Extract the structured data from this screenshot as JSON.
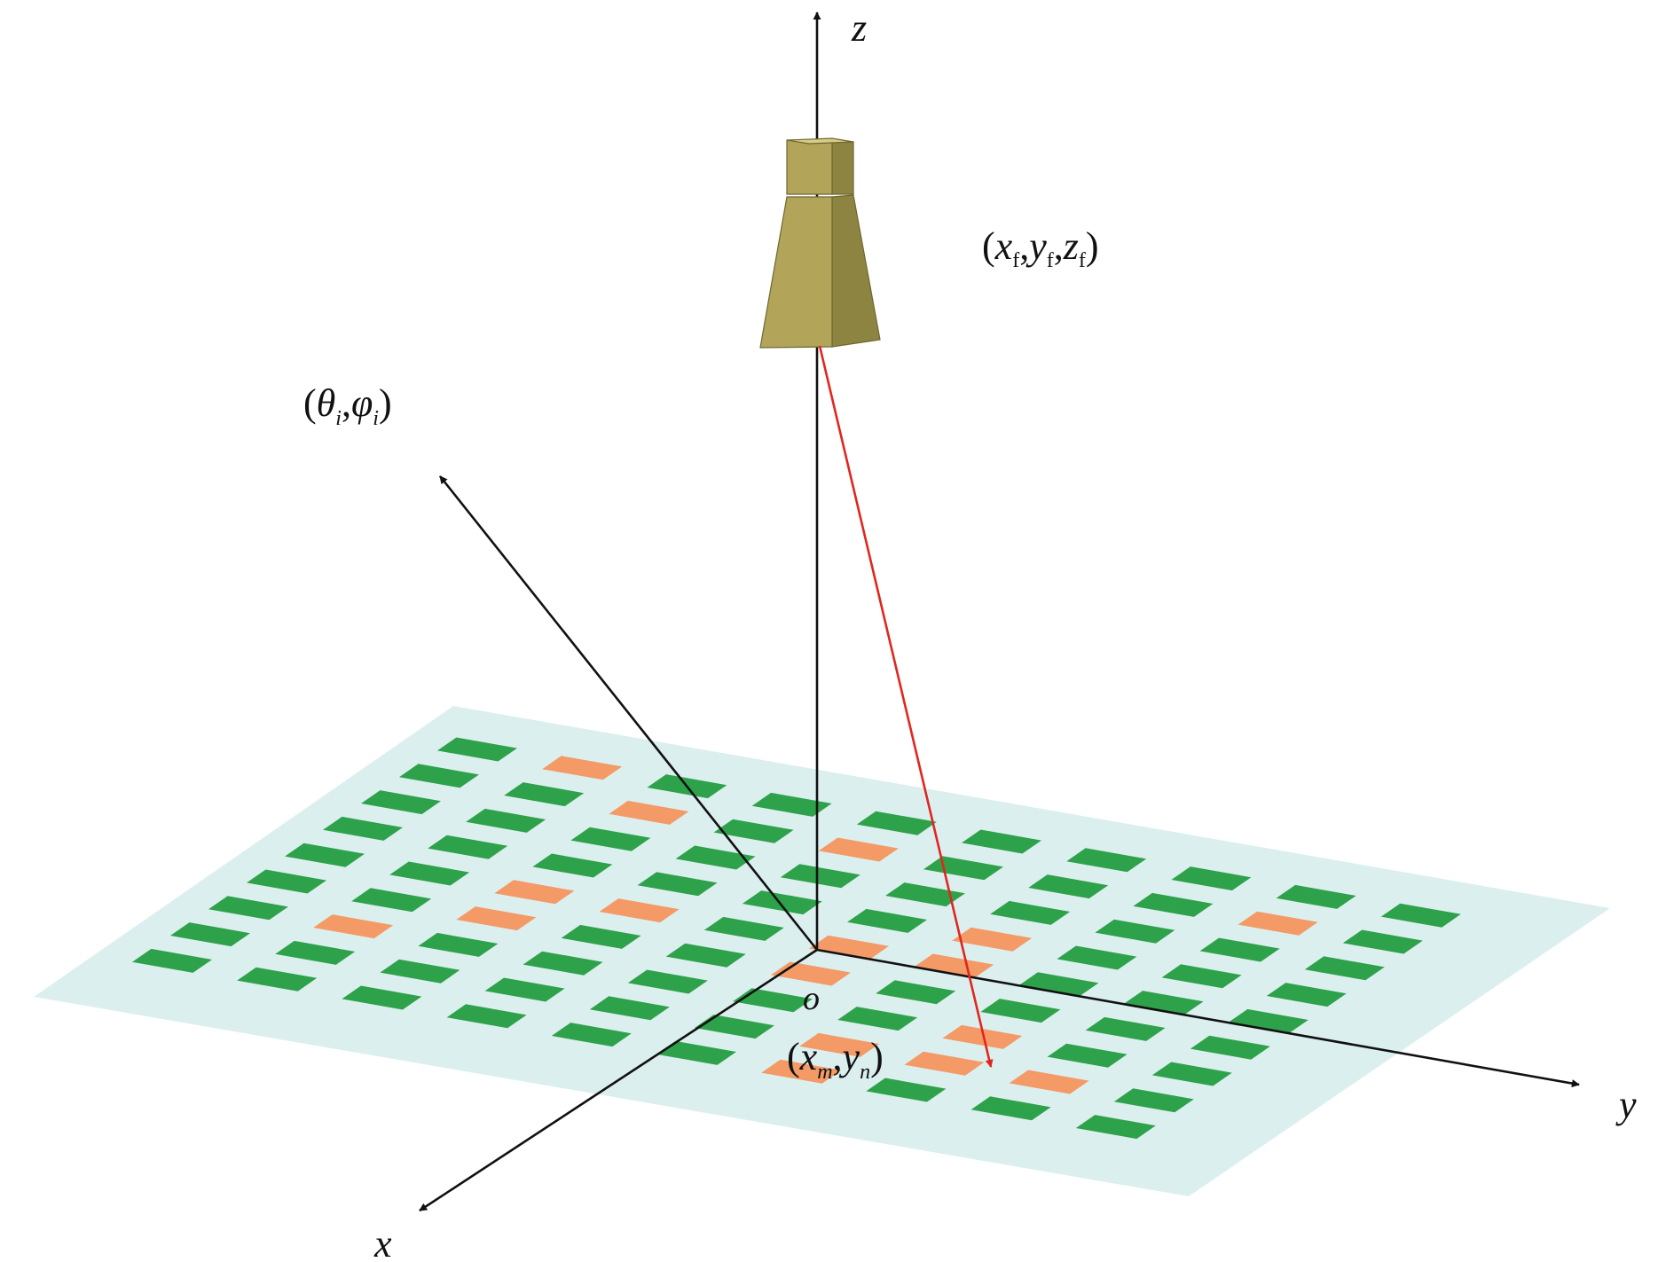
{
  "colors": {
    "background": "#ffffff",
    "substrate": "#dcefef",
    "element_on": "#2ea24a",
    "element_off": "#f39a66",
    "axis": "#111111",
    "ray": "#e0261e",
    "horn_front": "#b2a55a",
    "horn_side": "#8e8441"
  },
  "labels": {
    "axis_z": "z",
    "axis_y": "y",
    "axis_x": "x",
    "origin": "o",
    "feed_position": {
      "open": "(",
      "x": "x",
      "x_sub": "f",
      "y": "y",
      "y_sub": "f",
      "z": "z",
      "z_sub": "f",
      "close": ")"
    },
    "incident_direction": {
      "open": "(",
      "theta": "θ",
      "theta_sub": "i",
      "phi": "φ",
      "phi_sub": "i",
      "close": ")"
    },
    "element_position": {
      "open": "(",
      "x": "x",
      "x_sub": "m",
      "y": "y",
      "y_sub": "n",
      "close": ")"
    }
  },
  "icons": {
    "feed": "horn-antenna-icon",
    "surface": "reflectarray-panel"
  },
  "array": {
    "rows": 9,
    "columns": 10,
    "orange_cells": [
      [
        0,
        1
      ],
      [
        1,
        2
      ],
      [
        1,
        4
      ],
      [
        1,
        8
      ],
      [
        3,
        6
      ],
      [
        4,
        2
      ],
      [
        4,
        3
      ],
      [
        4,
        5
      ],
      [
        4,
        6
      ],
      [
        5,
        2
      ],
      [
        5,
        5
      ],
      [
        6,
        1
      ],
      [
        6,
        7
      ],
      [
        7,
        6
      ],
      [
        7,
        7
      ],
      [
        7,
        8
      ],
      [
        8,
        6
      ]
    ]
  }
}
